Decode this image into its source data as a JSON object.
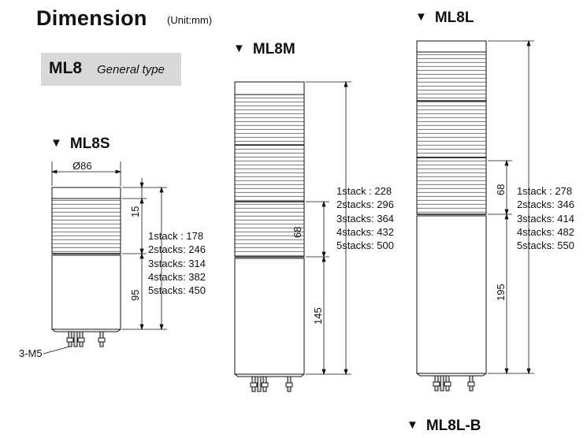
{
  "title": "Dimension",
  "unit": "(Unit:mm)",
  "badge": {
    "model": "ML8",
    "type": "General type"
  },
  "tri": "▼",
  "ml8s": {
    "name": "ML8S",
    "diameter": "Ø86",
    "dim_top": "15",
    "dim_body": "95",
    "bolt": "3-M5",
    "stacks": [
      "1stack : 178",
      "2stacks: 246",
      "3stacks: 314",
      "4stacks: 382",
      "5stacks: 450"
    ]
  },
  "ml8m": {
    "name": "ML8M",
    "dim_stack": "68",
    "dim_body": "145",
    "stacks": [
      "1stack : 228",
      "2stacks: 296",
      "3stacks: 364",
      "4stacks: 432",
      "5stacks: 500"
    ]
  },
  "ml8l": {
    "name": "ML8L",
    "dim_stack": "68",
    "dim_body": "195",
    "stacks": [
      "1stack : 278",
      "2stacks: 346",
      "3stacks: 414",
      "4stacks: 482",
      "5stacks: 550"
    ]
  },
  "ml8lb": {
    "name": "ML8L-B"
  }
}
